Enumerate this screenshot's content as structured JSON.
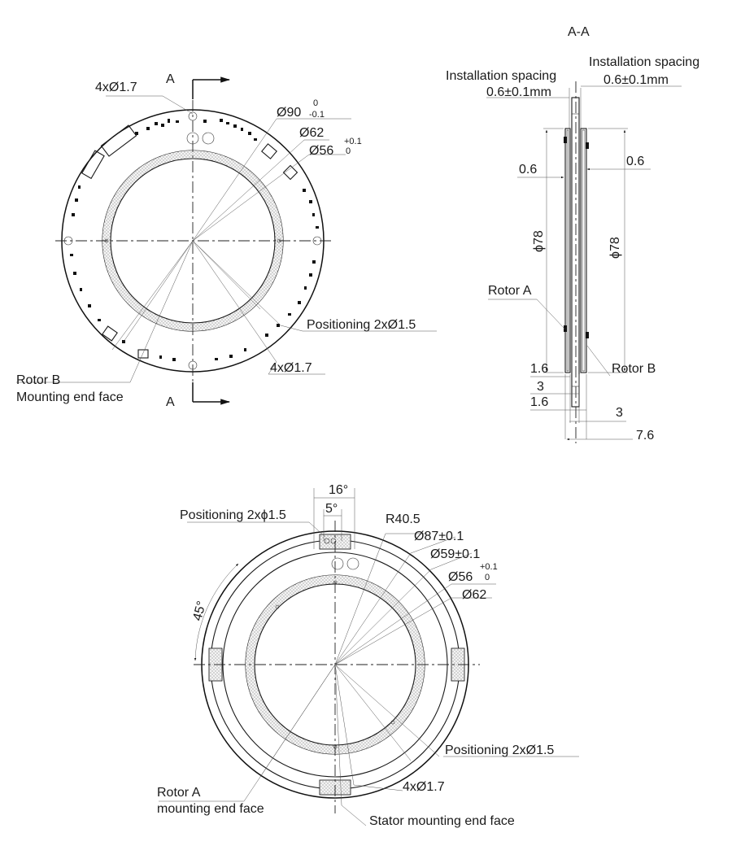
{
  "section": {
    "title": "A-A",
    "cut_mark": "A",
    "install_left_label": "Installation spacing",
    "install_left_value": "0.6±0.1mm",
    "install_right_label": "Installation spacing",
    "install_right_value": "0.6±0.1mm",
    "left_thickness": "0.6",
    "right_thickness": "0.6",
    "left_diameter": "ϕ78",
    "right_diameter": "ϕ78",
    "rotor_a": "Rotor A",
    "rotor_b": "Rotor B",
    "dim_1_6_top": "1.6",
    "dim_3_left": "3",
    "dim_1_6_bottom": "1.6",
    "dim_3_right": "3",
    "dim_total": "7.6"
  },
  "rotor_b_view": {
    "holes_top": "4xØ1.7",
    "outer_dia": "Ø90",
    "outer_tol_upper": "0",
    "outer_tol_lower": "-0.1",
    "mid_dia": "Ø62",
    "inner_dia": "Ø56",
    "inner_tol_upper": "+0.1",
    "inner_tol_lower": "0",
    "positioning": "Positioning 2xØ1.5",
    "holes_bottom": "4xØ1.7",
    "face_label_line1": "Rotor B",
    "face_label_line2": "Mounting end face"
  },
  "rotor_a_view": {
    "angle_16": "16°",
    "angle_5": "5°",
    "angle_45": "45°",
    "positioning_top": "Positioning 2xϕ1.5",
    "radius": "R40.5",
    "outer_dia": "Ø87±0.1",
    "mid_dia": "Ø59±0.1",
    "inner_dia": "Ø56",
    "inner_tol_upper": "+0.1",
    "inner_tol_lower": "0",
    "ring_dia": "Ø62",
    "positioning_bottom": "Positioning 2xØ1.5",
    "holes": "4xØ1.7",
    "face_label_line1": "Rotor A",
    "face_label_line2": "mounting end face",
    "stator_face": "Stator mounting end face"
  }
}
